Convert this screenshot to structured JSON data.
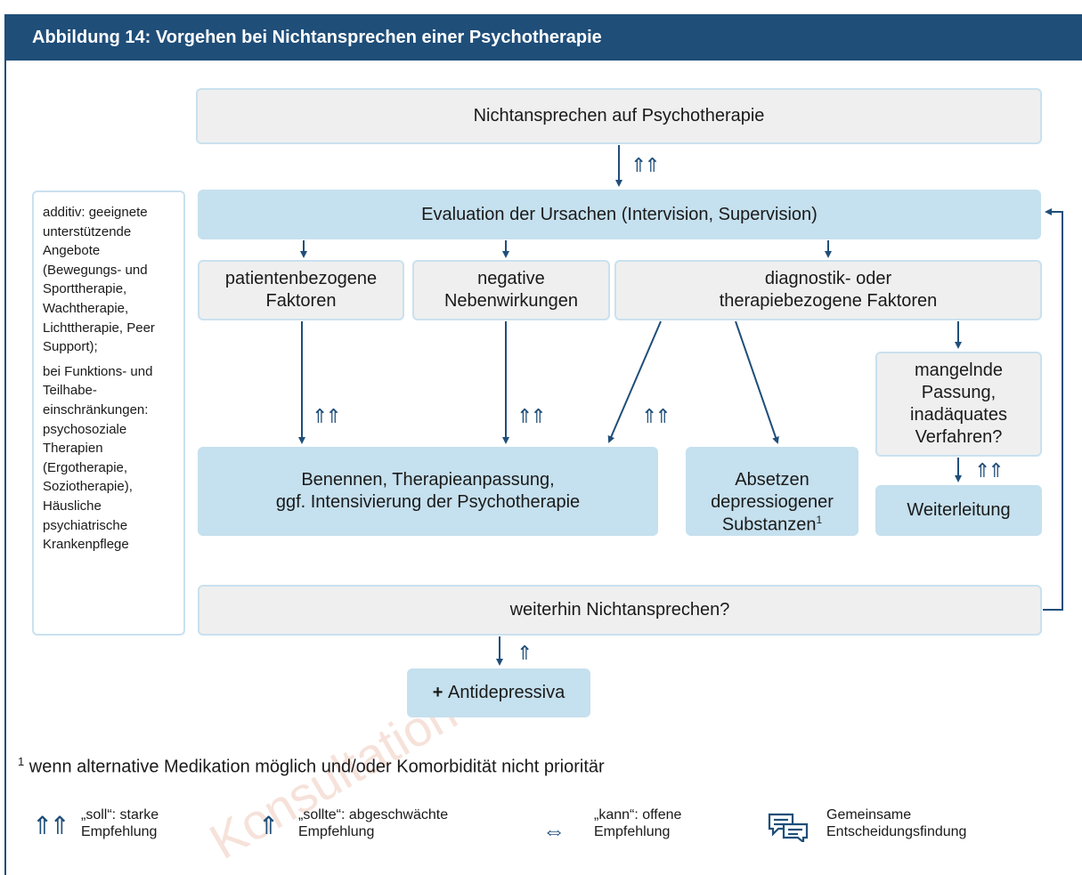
{
  "header": {
    "title": "Abbildung 14:   Vorgehen bei Nichtansprechen einer Psychotherapie"
  },
  "boxes": {
    "start": "Nichtansprechen auf Psychotherapie",
    "evaluation": "Evaluation der Ursachen (Intervision, Supervision)",
    "patient": "patientenbezogene\nFaktoren",
    "side_effects": "negative\nNebenwirkungen",
    "diagnostic": "diagnostik- oder\ntherapiebezogene Faktoren",
    "fit": "mangelnde\nPassung,\ninadäquates\nVerfahren?",
    "adjust": "Benennen, Therapieanpassung,\nggf. Intensivierung der Psychotherapie",
    "discontinue": "Absetzen\ndepressiogener\nSubstanzen",
    "discontinue_sup": "1",
    "referral": "Weiterleitung",
    "still_no_response": "weiterhin Nichtansprechen?",
    "antidepressants_plus": "+",
    "antidepressants": "Antidepressiva"
  },
  "side_panel": {
    "additive": "additiv: geeignete unterstützende Angebote (Bewegungs- und Sporttherapie, Wachtherapie, Lichttherapie, Peer Support);",
    "impairments": "bei Funktions- und Teilhabe-einschränkungen: psychosoziale Therapien (Ergotherapie, Soziotherapie), Häusliche psychiatrische Krankenpflege"
  },
  "recommendations": {
    "start_to_eval": "⇑⇑",
    "patient_to_adjust": "⇑⇑",
    "side_to_adjust": "⇑⇑",
    "diag_to_adjust": "⇑⇑",
    "fit_to_referral": "⇑⇑",
    "still_to_antidep": "⇑"
  },
  "footnote": {
    "marker": "1",
    "text": " wenn alternative Medikation möglich und/oder Komorbidität nicht prioritär"
  },
  "legend": {
    "soll_symbol": "⇑⇑",
    "soll_text": "„soll“: starke\nEmpfehlung",
    "sollte_symbol": "⇑",
    "sollte_text": "„sollte“: abgeschwächte\nEmpfehlung",
    "kann_symbol": "⇔",
    "kann_text": "„kann“: offene\nEmpfehlung",
    "shared_icon": "speech-bubbles-icon",
    "shared_text": "Gemeinsame\nEntscheidungsfindung"
  },
  "watermark": "Konsultation",
  "colors": {
    "header": "#1f4e79",
    "box_blue": "#c5e0ee",
    "box_gray": "#efefef",
    "arrow": "#1f4e79"
  }
}
